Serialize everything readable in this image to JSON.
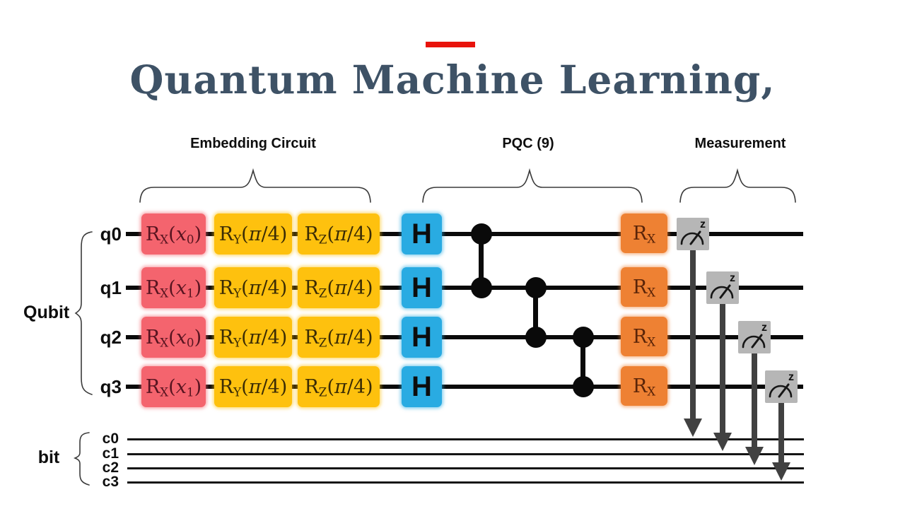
{
  "title": {
    "text": "Quantum Machine Learning,"
  },
  "palette": {
    "accent_red": "#e8130c",
    "title_color": "#3e5266",
    "embed_rx_gate": "#f4646e",
    "rotation_gate": "#fec10e",
    "hadamard_gate": "#29abe2",
    "pqc_rx_gate": "#ee8133",
    "measure_box": "#b6b6b6",
    "arrow_gray": "#414141",
    "wire_black": "#0a0a0a"
  },
  "sections": {
    "embedding": "Embedding Circuit",
    "pqc": "PQC (9)",
    "measurement": "Measurement"
  },
  "left": {
    "qubit": "Qubit",
    "bit": "bit"
  },
  "circuit": {
    "qubit_rows": [
      {
        "label": "q0",
        "rx": {
          "r": "R",
          "rsub": "X",
          "pre": "(",
          "var": "x",
          "varsub": "0",
          "post": ")"
        },
        "ry": {
          "r": "R",
          "rsub": "Y",
          "pre": "(",
          "var": "π",
          "post": "/4)"
        },
        "rz": {
          "r": "R",
          "rsub": "Z",
          "pre": "(",
          "var": "π",
          "post": "/4)"
        },
        "h": "H",
        "prx": {
          "r": "R",
          "rsub": "X"
        },
        "meas_sup": "z"
      },
      {
        "label": "q1",
        "rx": {
          "r": "R",
          "rsub": "X",
          "pre": "(",
          "var": "x",
          "varsub": "1",
          "post": ")"
        },
        "ry": {
          "r": "R",
          "rsub": "Y",
          "pre": "(",
          "var": "π",
          "post": "/4)"
        },
        "rz": {
          "r": "R",
          "rsub": "Z",
          "pre": "(",
          "var": "π",
          "post": "/4)"
        },
        "h": "H",
        "prx": {
          "r": "R",
          "rsub": "X"
        },
        "meas_sup": "z"
      },
      {
        "label": "q2",
        "rx": {
          "r": "R",
          "rsub": "X",
          "pre": "(",
          "var": "x",
          "varsub": "0",
          "post": ")"
        },
        "ry": {
          "r": "R",
          "rsub": "Y",
          "pre": "(",
          "var": "π",
          "post": "/4)"
        },
        "rz": {
          "r": "R",
          "rsub": "Z",
          "pre": "(",
          "var": "π",
          "post": "/4)"
        },
        "h": "H",
        "prx": {
          "r": "R",
          "rsub": "X"
        },
        "meas_sup": "z"
      },
      {
        "label": "q3",
        "rx": {
          "r": "R",
          "rsub": "X",
          "pre": "(",
          "var": "x",
          "varsub": "1",
          "post": ")"
        },
        "ry": {
          "r": "R",
          "rsub": "Y",
          "pre": "(",
          "var": "π",
          "post": "/4)"
        },
        "rz": {
          "r": "R",
          "rsub": "Z",
          "pre": "(",
          "var": "π",
          "post": "/4)"
        },
        "h": "H",
        "prx": {
          "r": "R",
          "rsub": "X"
        },
        "meas_sup": "z"
      }
    ],
    "clbits": [
      "c0",
      "c1",
      "c2",
      "c3"
    ],
    "cz_pairs": [
      [
        0,
        1
      ],
      [
        1,
        2
      ],
      [
        2,
        3
      ]
    ]
  }
}
